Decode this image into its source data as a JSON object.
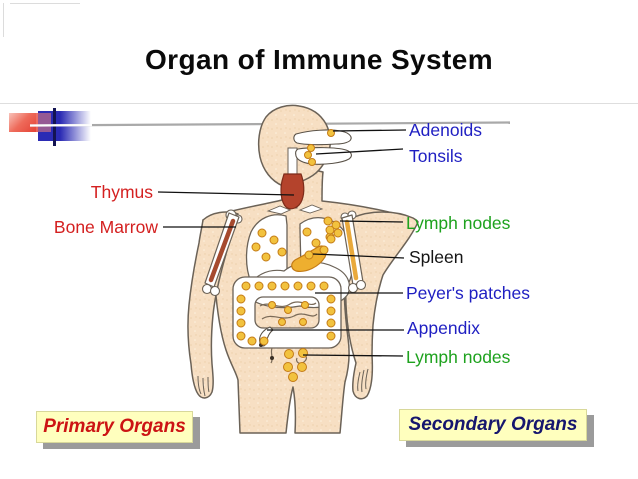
{
  "title": "Organ of Immune System",
  "callouts": {
    "adenoids": {
      "label": "Adenoids",
      "color": "#1f1fc2"
    },
    "tonsils": {
      "label": "Tonsils",
      "color": "#1f1fc2"
    },
    "thymus": {
      "label": "Thymus",
      "color": "#d42020"
    },
    "bone_marrow": {
      "label": "Bone Marrow",
      "color": "#d42020"
    },
    "lymph_nodes_axillary": {
      "label": "Lymph nodes",
      "color": "#1ea21e"
    },
    "spleen": {
      "label": "Spleen",
      "color": "#151515"
    },
    "peyers_patches": {
      "label": "Peyer's patches",
      "color": "#1f1fc2"
    },
    "appendix": {
      "label": "Appendix",
      "color": "#1f1fc2"
    },
    "lymph_nodes_inguinal": {
      "label": "Lymph nodes",
      "color": "#1ea21e"
    }
  },
  "buttons": {
    "primary": {
      "label": "Primary Organs",
      "text_color": "#cc1414",
      "bg": "#ffffbe"
    },
    "secondary": {
      "label": "Secondary Organs",
      "text_color": "#16166e",
      "bg": "#ffffbe"
    }
  },
  "palette": {
    "skin": "#f7dfc3",
    "body_outline": "#6b6257",
    "lymph_node_fill": "#f2c23e",
    "lymph_node_stroke": "#c47c17",
    "thymus_fill": "#b4432c",
    "spleen_fill": "#eeaf2f",
    "red_marrow": "#a64a2e",
    "yellow_marrow": "#e9a93b",
    "deco_red": "#e23c30",
    "deco_blue": "#2b2bb4",
    "deco_line_gray": "#a9a9a9",
    "button_shadow": "#9b9b9b"
  }
}
